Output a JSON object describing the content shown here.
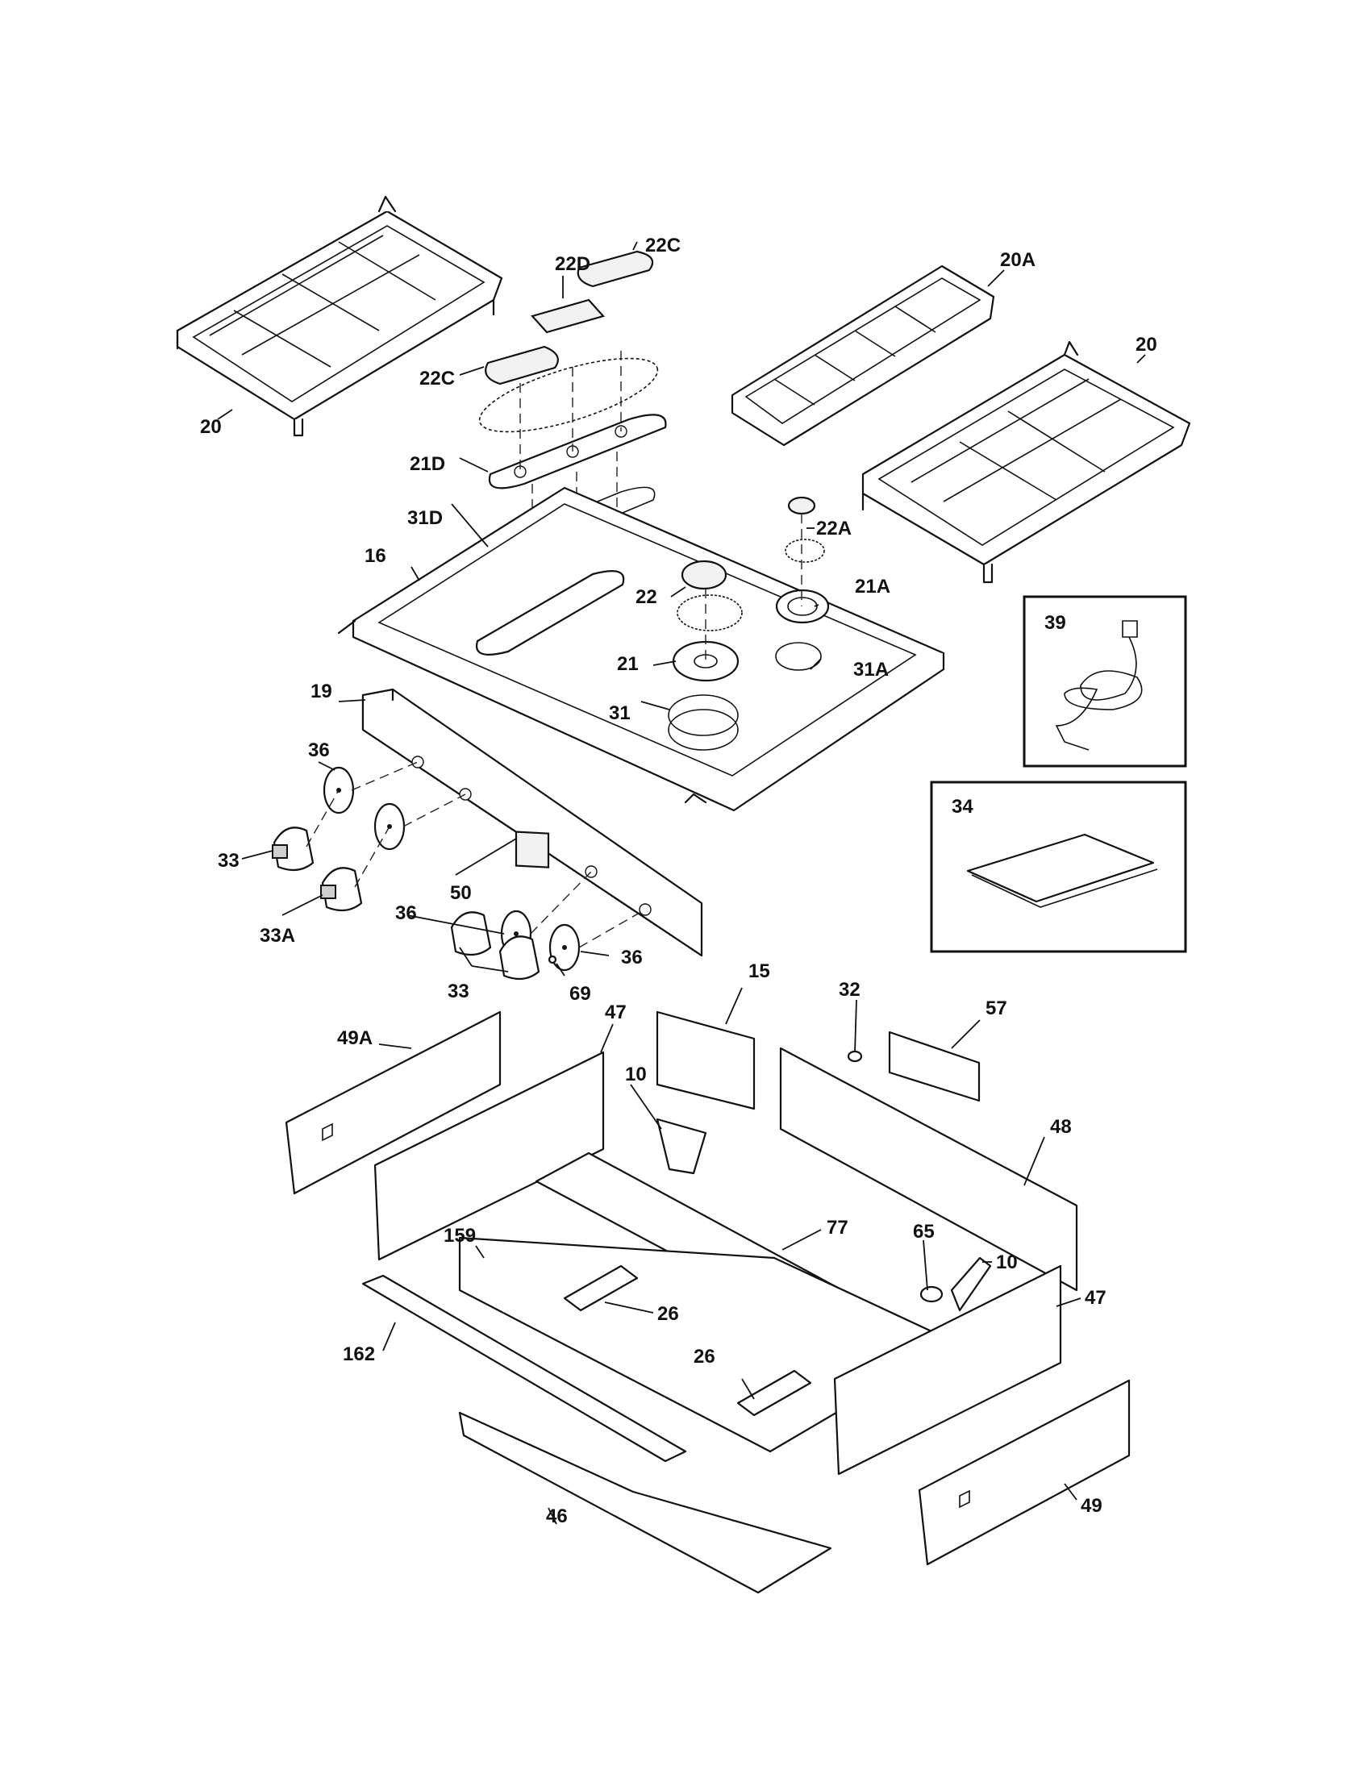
{
  "labels": {
    "l_20_left": "20",
    "l_22D": "22D",
    "l_22C_top": "22C",
    "l_22C_mid": "22C",
    "l_20A": "20A",
    "l_20_right": "20",
    "l_21D": "21D",
    "l_31D": "31D",
    "l_22A": "22A",
    "l_16": "16",
    "l_22": "22",
    "l_21A": "21A",
    "l_21": "21",
    "l_31A": "31A",
    "l_31": "31",
    "l_19": "19",
    "l_39": "39",
    "l_36_a": "36",
    "l_34": "34",
    "l_33_a": "33",
    "l_50": "50",
    "l_33A": "33A",
    "l_36_b": "36",
    "l_36_c": "36",
    "l_33_b": "33",
    "l_69": "69",
    "l_15": "15",
    "l_32": "32",
    "l_57": "57",
    "l_49A": "49A",
    "l_47_a": "47",
    "l_10_a": "10",
    "l_48": "48",
    "l_77": "77",
    "l_65": "65",
    "l_159": "159",
    "l_10_b": "10",
    "l_26_a": "26",
    "l_47_b": "47",
    "l_162": "162",
    "l_26_b": "26",
    "l_49": "49",
    "l_46": "46"
  }
}
